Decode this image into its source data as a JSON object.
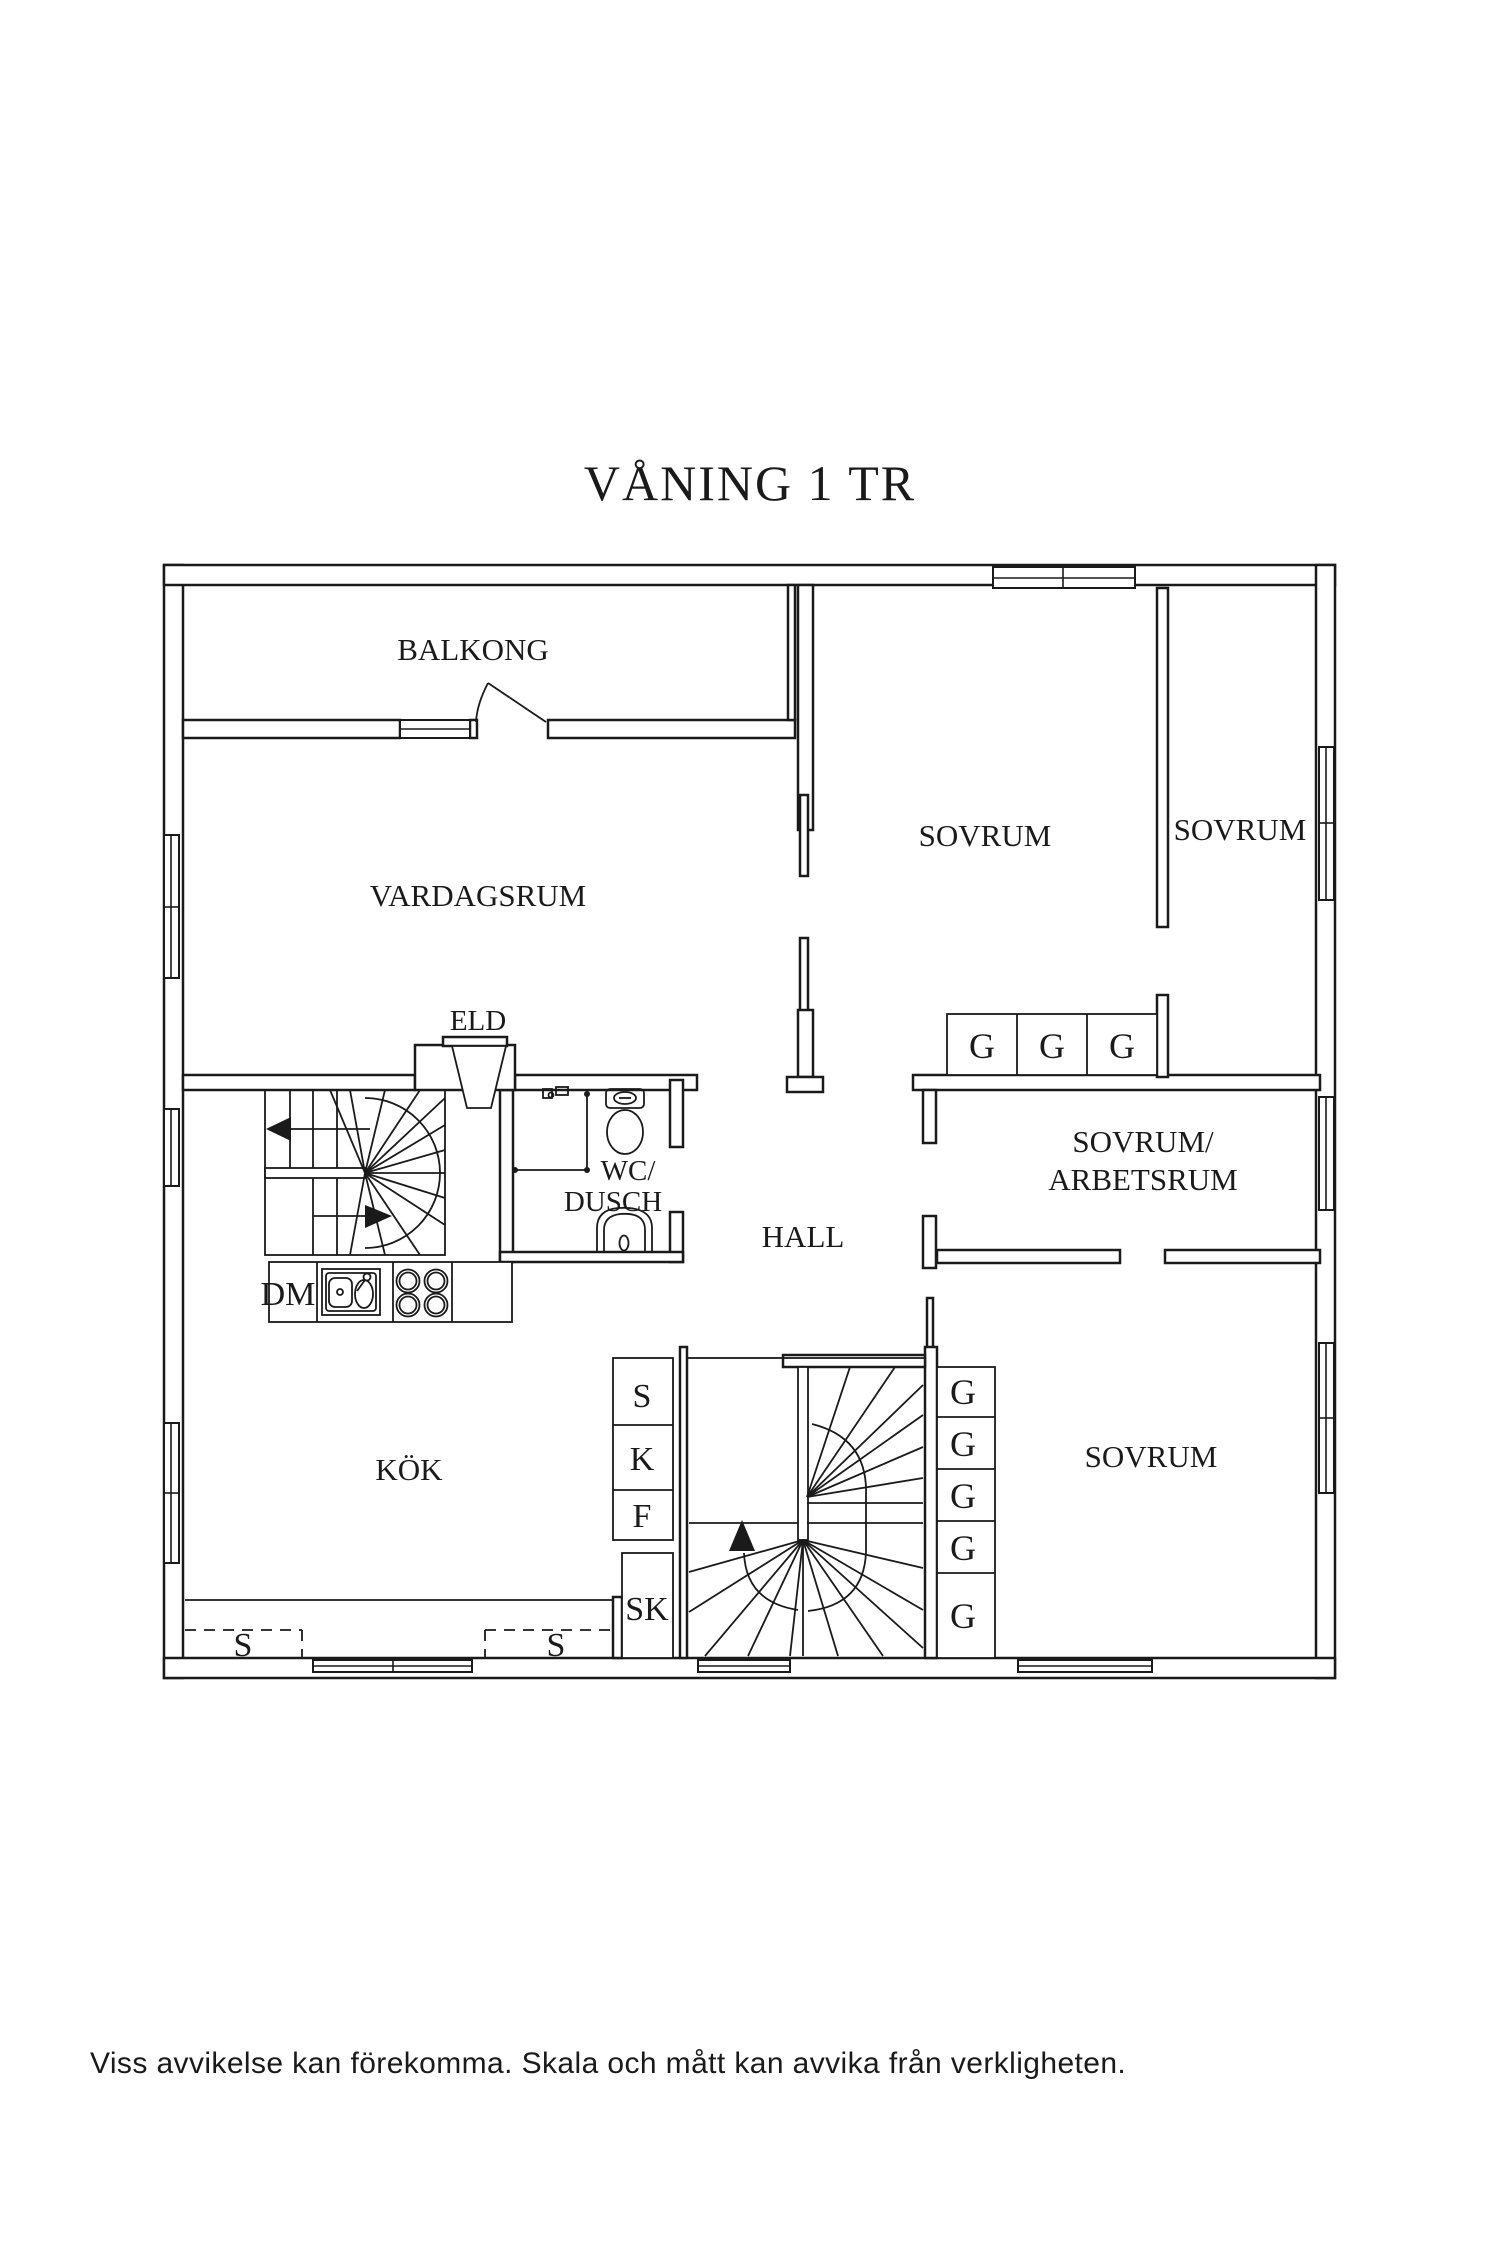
{
  "title": "VÅNING 1 TR",
  "footer": {
    "disclaimer": "Viss avvikelse kan förekomma. Skala och mått kan avvika från verkligheten."
  },
  "rooms": {
    "balcony": "BALKONG",
    "living_room": "VARDAGSRUM",
    "bedroom_top": "SOVRUM",
    "bedroom_right": "SOVRUM",
    "bedroom_office_line1": "SOVRUM/",
    "bedroom_office_line2": "ARBETSRUM",
    "hall": "HALL",
    "kitchen": "KÖK",
    "bedroom_bottom": "SOVRUM",
    "wc_line1": "WC/",
    "wc_line2": "DUSCH",
    "fireplace": "ELD"
  },
  "fixtures": {
    "dishwasher": "DM",
    "cleaning_closet": "SK",
    "pantry": "S",
    "fridge": "K",
    "freezer": "F",
    "wardrobe_left": "S",
    "wardrobe_right": "S"
  },
  "closets": {
    "top_row": [
      "G",
      "G",
      "G"
    ],
    "right_column": [
      "G",
      "G",
      "G",
      "G",
      "G"
    ]
  },
  "colors": {
    "line": "#1a1a1a",
    "background": "#ffffff"
  }
}
